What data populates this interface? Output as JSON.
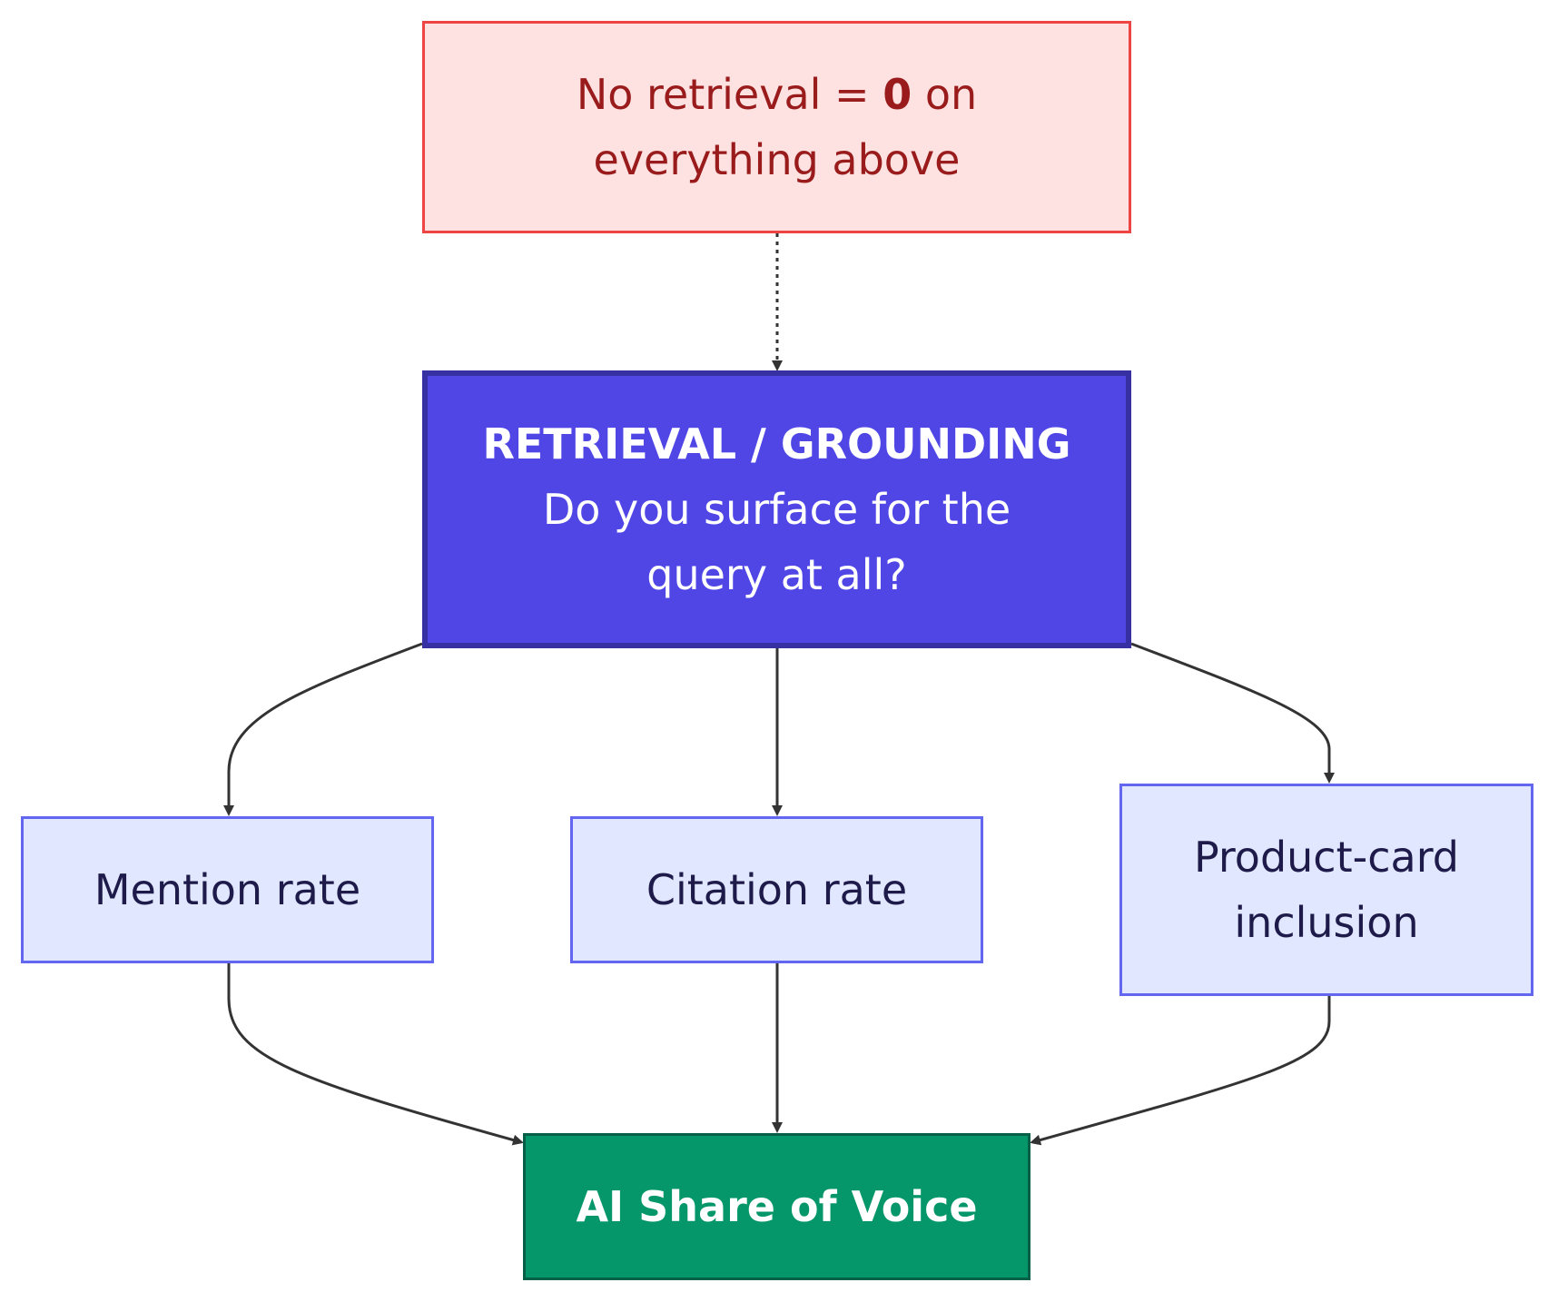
{
  "colors": {
    "edge": "#333333",
    "warning_fill": "#fee2e2",
    "warning_border": "#ef4444",
    "warning_text": "#991b1b",
    "retrieval_fill": "#4f46e5",
    "retrieval_border": "#3730a3",
    "metric_fill": "#e0e7ff",
    "metric_border": "#6366f1",
    "metric_text": "#1e1b4b",
    "sov_fill": "#059669",
    "sov_border": "#065f46"
  },
  "nodes": {
    "warning": {
      "line1_prefix": "No retrieval = ",
      "line1_bold": "0",
      "line1_suffix": " on",
      "line2": "everything above"
    },
    "retrieval": {
      "heading": "RETRIEVAL / GROUNDING",
      "line2": "Do you surface for the",
      "line3": "query at all?"
    },
    "mention": {
      "label": "Mention rate"
    },
    "citation": {
      "label": "Citation rate"
    },
    "product": {
      "line1": "Product-card",
      "line2": "inclusion"
    },
    "sov": {
      "label": "AI Share of Voice"
    }
  },
  "edges": [
    {
      "from": "warning",
      "to": "retrieval",
      "style": "dotted"
    },
    {
      "from": "retrieval",
      "to": "mention",
      "style": "solid"
    },
    {
      "from": "retrieval",
      "to": "citation",
      "style": "solid"
    },
    {
      "from": "retrieval",
      "to": "product",
      "style": "solid"
    },
    {
      "from": "mention",
      "to": "sov",
      "style": "solid"
    },
    {
      "from": "citation",
      "to": "sov",
      "style": "solid"
    },
    {
      "from": "product",
      "to": "sov",
      "style": "solid"
    }
  ]
}
